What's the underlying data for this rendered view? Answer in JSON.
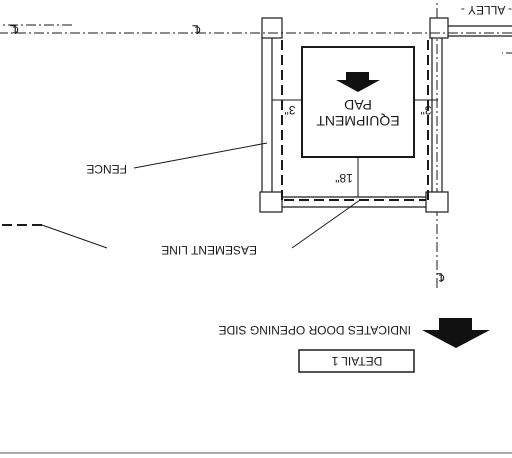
{
  "labels": {
    "alley": "- ALLEY -",
    "fence": "FENCE",
    "easement_line": "EASEMENT LINE",
    "equipment_pad_line1": "EQUIPMENT",
    "equipment_pad_line2": "PAD",
    "door_opening": "INDICATES DOOR OPENING SIDE",
    "detail": "DETAIL 1",
    "centerline_symbol": "℄"
  },
  "dimensions": {
    "clearance_left": "3\"",
    "clearance_right": "3\"",
    "clearance_front": "18\""
  },
  "colors": {
    "ink": "#1a1a1a",
    "paper": "#ffffff"
  }
}
